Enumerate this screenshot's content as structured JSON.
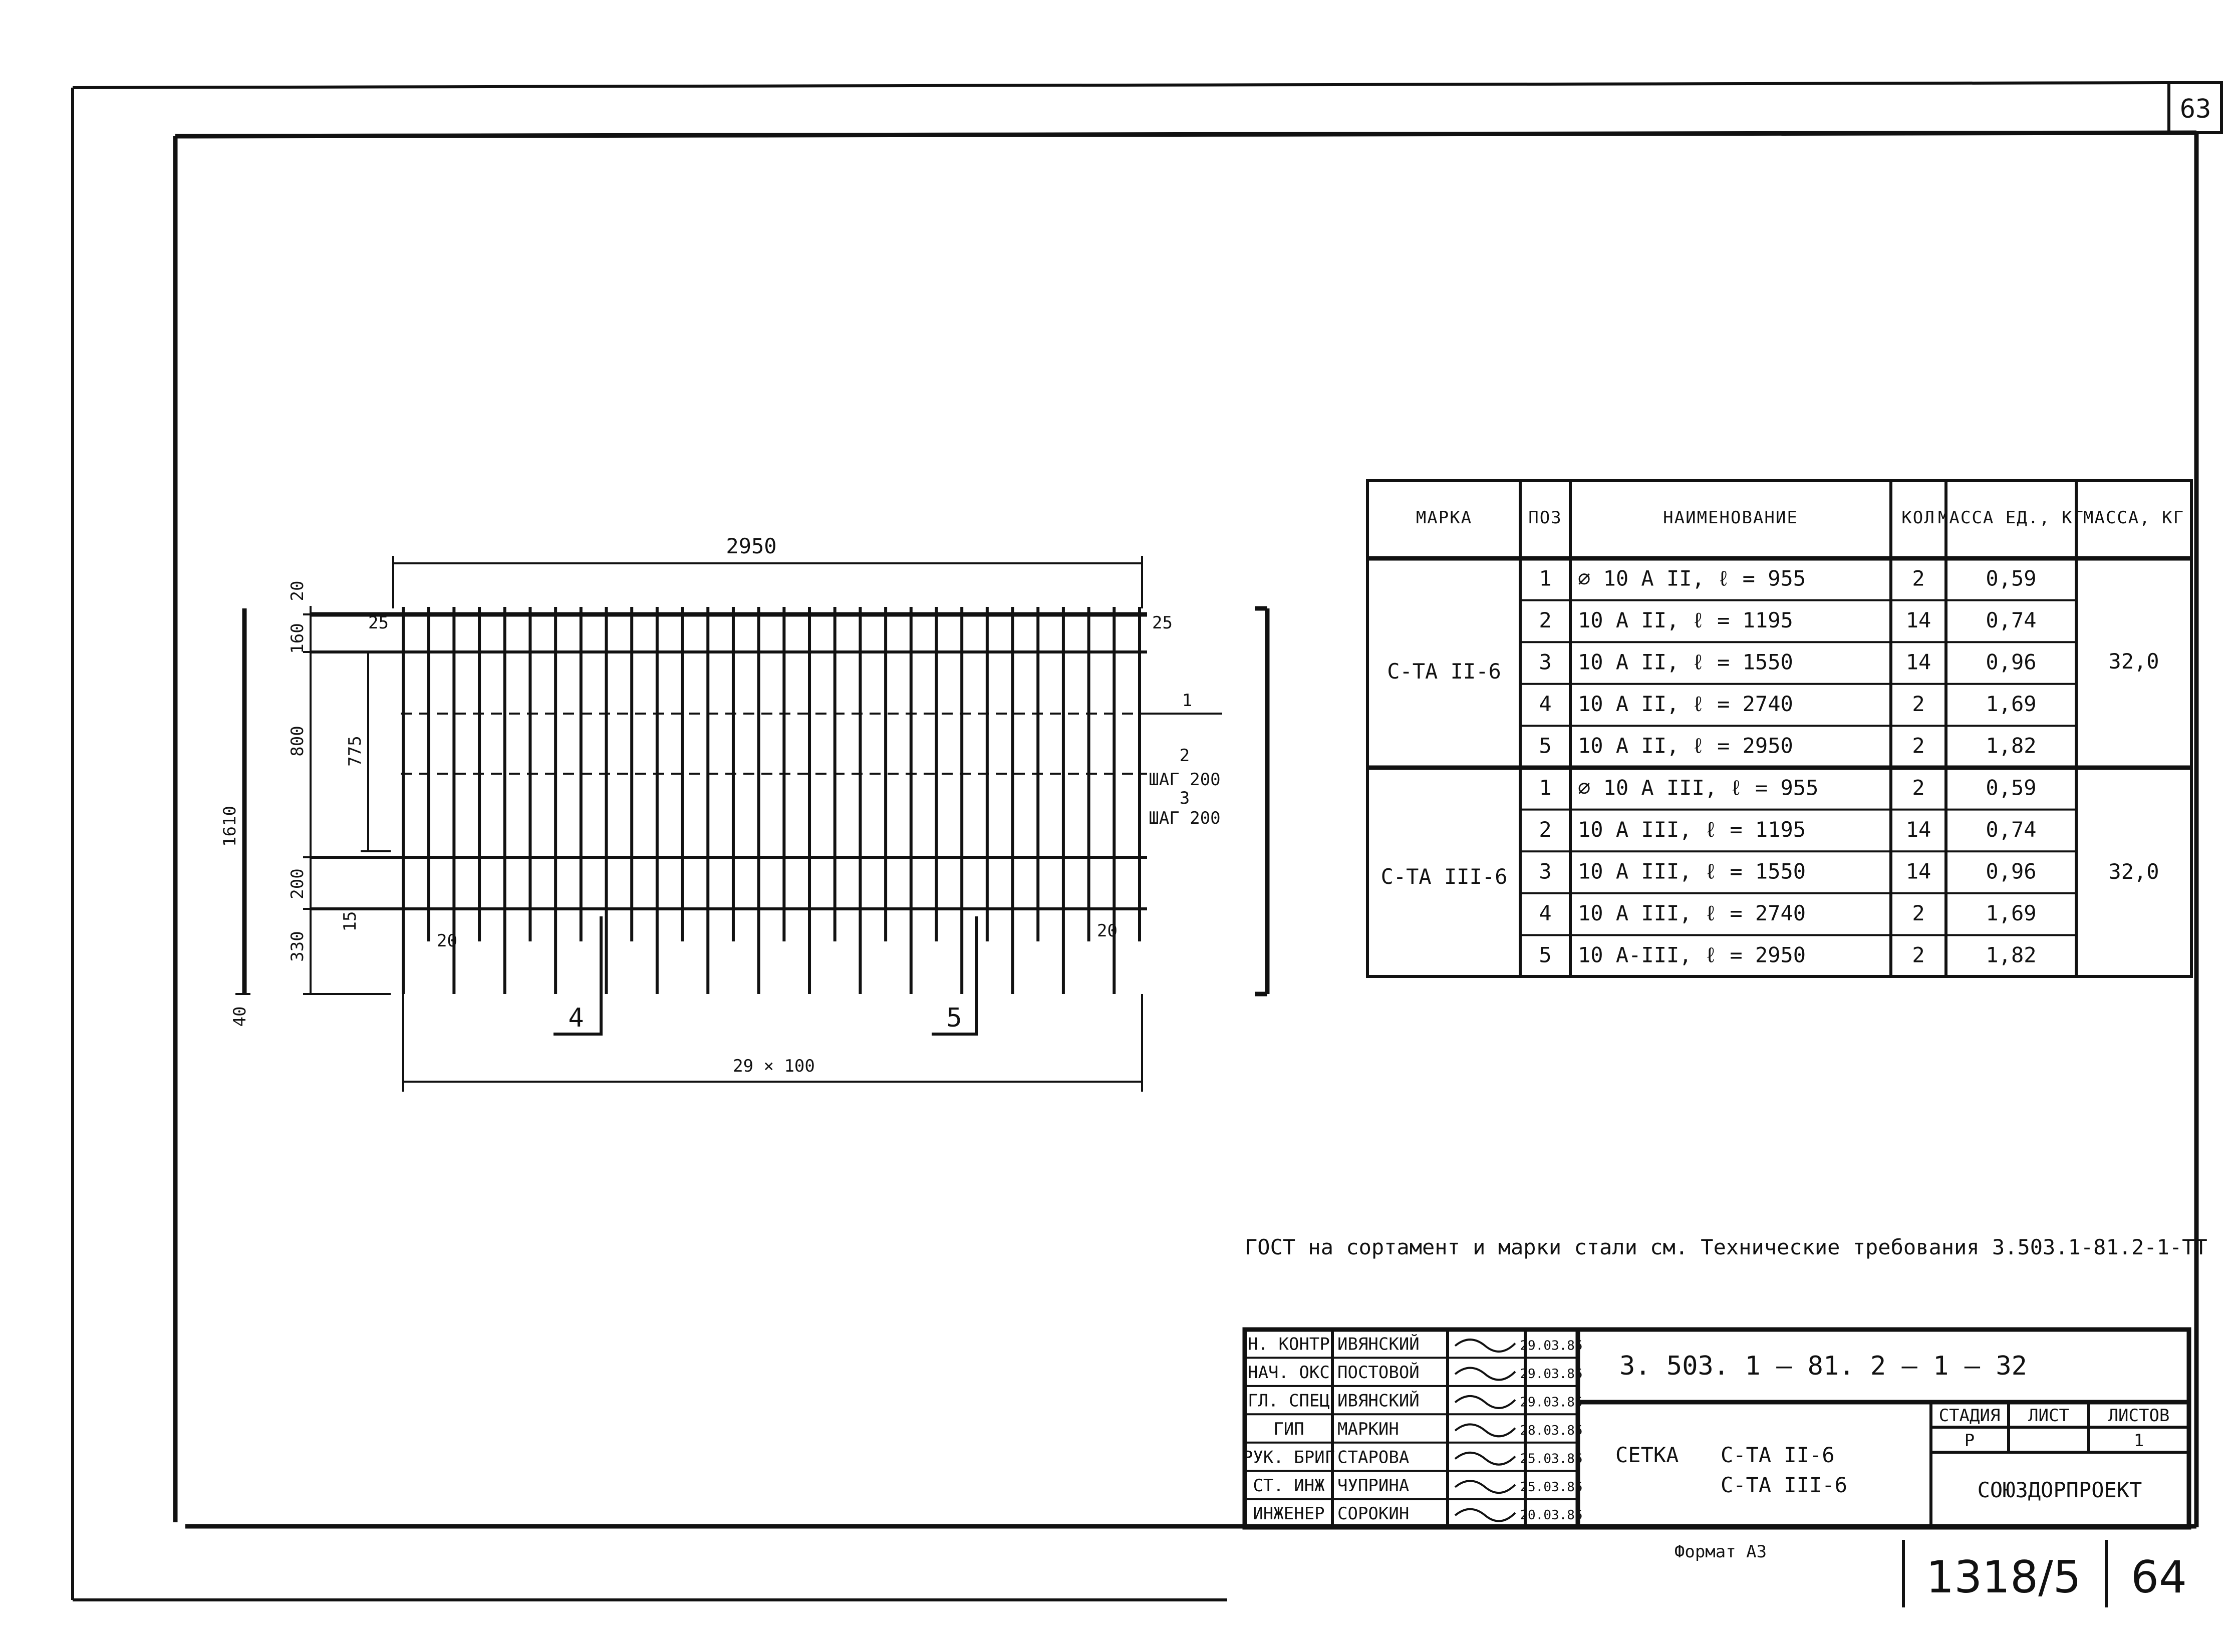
{
  "corner_page": "63",
  "drawing": {
    "overall_width": "2950",
    "left_dims": [
      "1610",
      "160",
      "20",
      "800",
      "775",
      "200",
      "15",
      "330",
      "40"
    ],
    "top_offsets": [
      "25",
      "25"
    ],
    "bottom_offsets": [
      "20",
      "20"
    ],
    "callouts": {
      "c1": "1",
      "c2": "2",
      "c2_step": "ШАГ 200",
      "c3": "3",
      "c3_step": "ШАГ 200",
      "c4": "4",
      "c5": "5"
    },
    "bottom_dim": "29 × 100"
  },
  "spec_table": {
    "headers": [
      "МАРКА",
      "ПОЗ",
      "НАИМЕНОВАНИЕ",
      "КОЛ",
      "МАССА ЕД., КГ",
      "МАССА, КГ"
    ],
    "groups": [
      {
        "mark": "С-ТА II-6",
        "total": "32,0",
        "rows": [
          {
            "pos": "1",
            "name": "⌀ 10 А II, ℓ = 955",
            "qty": "2",
            "mass": "0,59"
          },
          {
            "pos": "2",
            "name": "10 А II, ℓ = 1195",
            "qty": "14",
            "mass": "0,74"
          },
          {
            "pos": "3",
            "name": "10 А II, ℓ = 1550",
            "qty": "14",
            "mass": "0,96"
          },
          {
            "pos": "4",
            "name": "10 А II, ℓ = 2740",
            "qty": "2",
            "mass": "1,69"
          },
          {
            "pos": "5",
            "name": "10 А II, ℓ = 2950",
            "qty": "2",
            "mass": "1,82"
          }
        ]
      },
      {
        "mark": "С-ТА III-6",
        "total": "32,0",
        "rows": [
          {
            "pos": "1",
            "name": "⌀ 10 А III, ℓ = 955",
            "qty": "2",
            "mass": "0,59"
          },
          {
            "pos": "2",
            "name": "10 А III, ℓ = 1195",
            "qty": "14",
            "mass": "0,74"
          },
          {
            "pos": "3",
            "name": "10 А III, ℓ = 1550",
            "qty": "14",
            "mass": "0,96"
          },
          {
            "pos": "4",
            "name": "10 А III, ℓ = 2740",
            "qty": "2",
            "mass": "1,69"
          },
          {
            "pos": "5",
            "name": "10 А-III, ℓ = 2950",
            "qty": "2",
            "mass": "1,82"
          }
        ]
      }
    ]
  },
  "note": "ГОСТ на сортамент и марки стали см. Технические требования 3.503.1-81.2-1-ТТ",
  "title_block": {
    "doc_code": "3. 503. 1 – 81. 2 – 1 – 32",
    "signatures": [
      {
        "role": "Н. КОНТР",
        "name": "ИВЯНСКИЙ",
        "date": "29.03.85"
      },
      {
        "role": "НАЧ. ОКС",
        "name": "ПОСТОВОЙ",
        "date": "29.03.85"
      },
      {
        "role": "ГЛ. СПЕЦ",
        "name": "ИВЯНСКИЙ",
        "date": "29.03.85"
      },
      {
        "role": "ГИП",
        "name": "МАРКИН",
        "date": "28.03.85"
      },
      {
        "role": "РУК. БРИГ",
        "name": "СТАРОВА",
        "date": "25.03.85"
      },
      {
        "role": "СТ. ИНЖ",
        "name": "ЧУПРИНА",
        "date": "25.03.85"
      },
      {
        "role": "ИНЖЕНЕР",
        "name": "СОРОКИН",
        "date": "20.03.85"
      }
    ],
    "title_prefix": "СЕТКА",
    "title_line1": "С-ТА II-6",
    "title_line2": "С-ТА III-6",
    "stage_header": "СТАДИЯ",
    "sheet_header": "ЛИСТ",
    "sheets_header": "ЛИСТОВ",
    "stage": "Р",
    "sheet": "",
    "sheets": "1",
    "org": "СОЮЗДОРПРОЕКТ"
  },
  "format_label": "Формат А3",
  "archive_number": "1318/5",
  "page_number": "64"
}
